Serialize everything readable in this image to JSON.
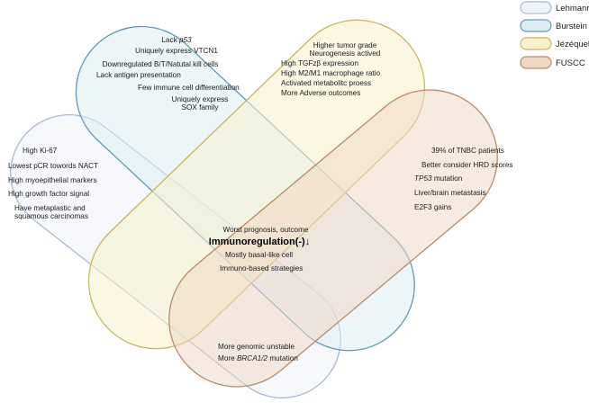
{
  "legend": [
    {
      "label": "Lehmann",
      "fill": "#eef2fa",
      "stroke": "#a9b8d6"
    },
    {
      "label": "Burstein",
      "fill": "#dcedf2",
      "stroke": "#5f9bb0"
    },
    {
      "label": "Jézéquel",
      "fill": "#f7f1cc",
      "stroke": "#c9b760"
    },
    {
      "label": "FUSCC",
      "fill": "#f0d7c3",
      "stroke": "#b98a66"
    }
  ],
  "lehmann_text": [
    "High Ki-67",
    "Lowest pCR towords NACT",
    "High myoepithelial markers",
    "High growth factor signal",
    "Have metaplastic and",
    "squamous carcinomas"
  ],
  "burstein_text": {
    "lack_prefix": "Lack ",
    "lack_italic": "p53",
    "lines": [
      "Uniquely express VTCN1",
      "Downregulated B/T/Natutal kill cells",
      "Lack antigen presentation",
      "Few immune cell differentiation",
      "Uniquely express",
      "SOX family"
    ]
  },
  "jezequel_text": [
    "Higher tumor grade",
    "Neurogenesis actived",
    "High TGFzβ expression",
    "High M2/M1 macrophage ratio",
    "Activated metabolitc proess",
    "More Adverse outcomes"
  ],
  "fuscc_text": {
    "l1": "39% of TNBC patients",
    "l2": "Better consider HRD scores",
    "l3_italic": "TP53",
    "l3_rest": " mutation",
    "l4": "Liver/brain metastasis",
    "l5": "E2F3 gains"
  },
  "center_text": {
    "l1": "Worst prognosis, outcome",
    "title": "Immunoregulation(-)↓",
    "l3": "Mostly basal-like cell",
    "l4": "Immuno-based strategies"
  },
  "bottom_text": {
    "l1": "More genomic unstable",
    "l2_prefix": "More ",
    "l2_italic": "BRCA1/2",
    "l2_rest": " mutation"
  }
}
